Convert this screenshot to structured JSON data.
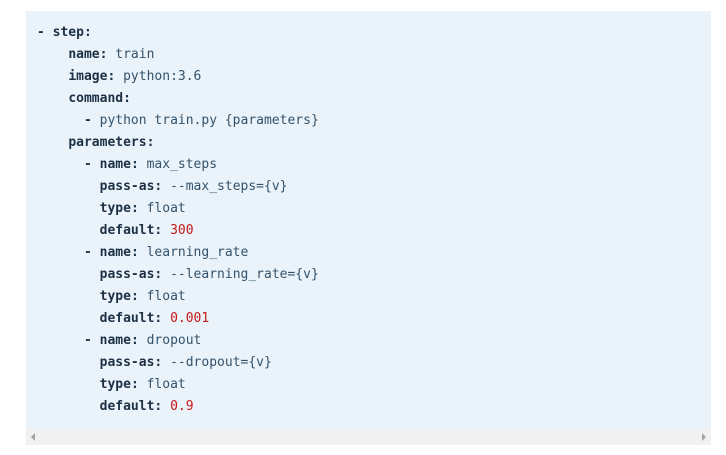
{
  "code": {
    "lines": [
      {
        "indent": "",
        "dash": "- ",
        "key": "step",
        "value": ""
      },
      {
        "indent": "    ",
        "dash": "",
        "key": "name",
        "value": "train"
      },
      {
        "indent": "    ",
        "dash": "",
        "key": "image",
        "value": "python:3.6"
      },
      {
        "indent": "    ",
        "dash": "",
        "key": "command",
        "value": ""
      },
      {
        "indent": "      ",
        "dash": "- ",
        "key": "",
        "value": "python train.py {parameters}"
      },
      {
        "indent": "    ",
        "dash": "",
        "key": "parameters",
        "value": ""
      },
      {
        "indent": "      ",
        "dash": "- ",
        "key": "name",
        "value": "max_steps"
      },
      {
        "indent": "        ",
        "dash": "",
        "key": "pass-as",
        "value": "--max_steps={v}"
      },
      {
        "indent": "        ",
        "dash": "",
        "key": "type",
        "value": "float"
      },
      {
        "indent": "        ",
        "dash": "",
        "key": "default",
        "value": "300",
        "numeric": true
      },
      {
        "indent": "      ",
        "dash": "- ",
        "key": "name",
        "value": "learning_rate"
      },
      {
        "indent": "        ",
        "dash": "",
        "key": "pass-as",
        "value": "--learning_rate={v}"
      },
      {
        "indent": "        ",
        "dash": "",
        "key": "type",
        "value": "float"
      },
      {
        "indent": "        ",
        "dash": "",
        "key": "default",
        "value": "0.001",
        "numeric": true
      },
      {
        "indent": "      ",
        "dash": "- ",
        "key": "name",
        "value": "dropout"
      },
      {
        "indent": "        ",
        "dash": "",
        "key": "pass-as",
        "value": "--dropout={v}"
      },
      {
        "indent": "        ",
        "dash": "",
        "key": "type",
        "value": "float"
      },
      {
        "indent": "        ",
        "dash": "",
        "key": "default",
        "value": "0.9",
        "numeric": true
      }
    ]
  },
  "colors": {
    "background": "#ebf3fa",
    "key": "#1c3046",
    "text": "#32526b",
    "number": "#c41a16"
  },
  "icons": {
    "scroll_left": "triangle-left-icon",
    "scroll_right": "triangle-right-icon"
  }
}
